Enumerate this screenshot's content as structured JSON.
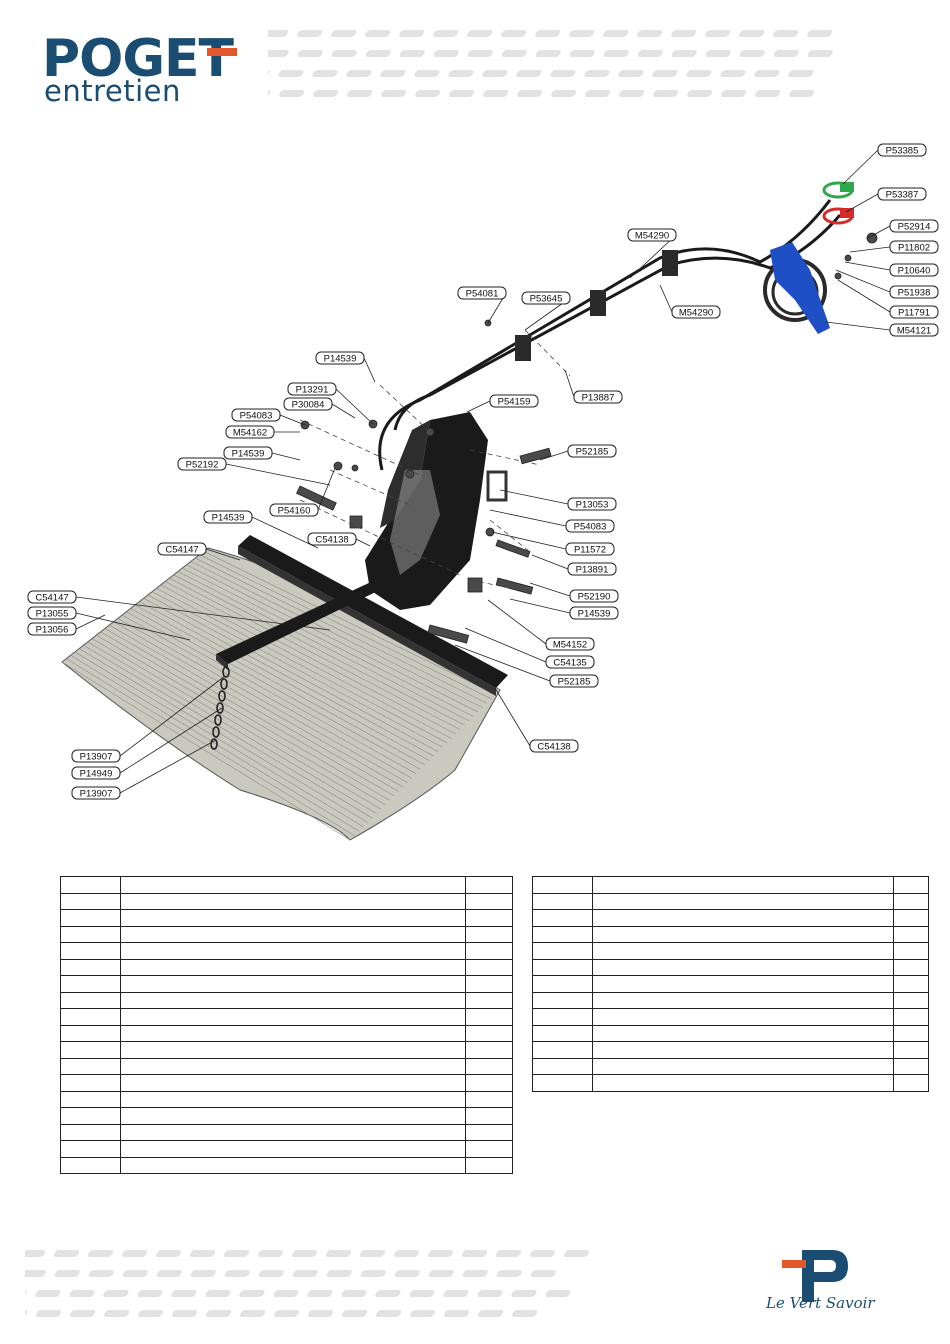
{
  "brand": {
    "name": "POGET",
    "subtitle": "entretien",
    "tagline": "Le Vert Savoir",
    "colors": {
      "navy": "#1b4d72",
      "accent": "#e2572b",
      "blue_part": "#1f4fc4",
      "green_coupler": "#2ea84a",
      "red_coupler": "#d42a2a",
      "mat": "#c9c9c0"
    }
  },
  "callouts": [
    {
      "id": "c01",
      "text": "P53385"
    },
    {
      "id": "c02",
      "text": "P53387"
    },
    {
      "id": "c03",
      "text": "P52914"
    },
    {
      "id": "c04",
      "text": "P11802"
    },
    {
      "id": "c05",
      "text": "P10640"
    },
    {
      "id": "c06",
      "text": "P51938"
    },
    {
      "id": "c07",
      "text": "P11791"
    },
    {
      "id": "c08",
      "text": "M54121"
    },
    {
      "id": "c09",
      "text": "M54290"
    },
    {
      "id": "c10",
      "text": "M54290"
    },
    {
      "id": "c11",
      "text": "P54081"
    },
    {
      "id": "c12",
      "text": "P53645"
    },
    {
      "id": "c13",
      "text": "P14539"
    },
    {
      "id": "c14",
      "text": "P13887"
    },
    {
      "id": "c15",
      "text": "P13291"
    },
    {
      "id": "c16",
      "text": "P30084"
    },
    {
      "id": "c17",
      "text": "P54159"
    },
    {
      "id": "c18",
      "text": "P54083"
    },
    {
      "id": "c19",
      "text": "M54162"
    },
    {
      "id": "c20",
      "text": "P52185"
    },
    {
      "id": "c21",
      "text": "P14539"
    },
    {
      "id": "c22",
      "text": "P52192"
    },
    {
      "id": "c23",
      "text": "P13053"
    },
    {
      "id": "c24",
      "text": "P54160"
    },
    {
      "id": "c25",
      "text": "P54083"
    },
    {
      "id": "c26",
      "text": "P14539"
    },
    {
      "id": "c27",
      "text": "C54138"
    },
    {
      "id": "c28",
      "text": "P11572"
    },
    {
      "id": "c29",
      "text": "C54147"
    },
    {
      "id": "c30",
      "text": "P13891"
    },
    {
      "id": "c31",
      "text": "P52190"
    },
    {
      "id": "c32",
      "text": "P14539"
    },
    {
      "id": "c33",
      "text": "C54147"
    },
    {
      "id": "c34",
      "text": "P13055"
    },
    {
      "id": "c35",
      "text": "P13056"
    },
    {
      "id": "c36",
      "text": "M54152"
    },
    {
      "id": "c37",
      "text": "C54135"
    },
    {
      "id": "c38",
      "text": "P52185"
    },
    {
      "id": "c39",
      "text": "C54138"
    },
    {
      "id": "c40",
      "text": "P13907"
    },
    {
      "id": "c41",
      "text": "P14949"
    },
    {
      "id": "c42",
      "text": "P13907"
    }
  ],
  "tables": {
    "left_rows": 18,
    "right_rows": 13
  }
}
